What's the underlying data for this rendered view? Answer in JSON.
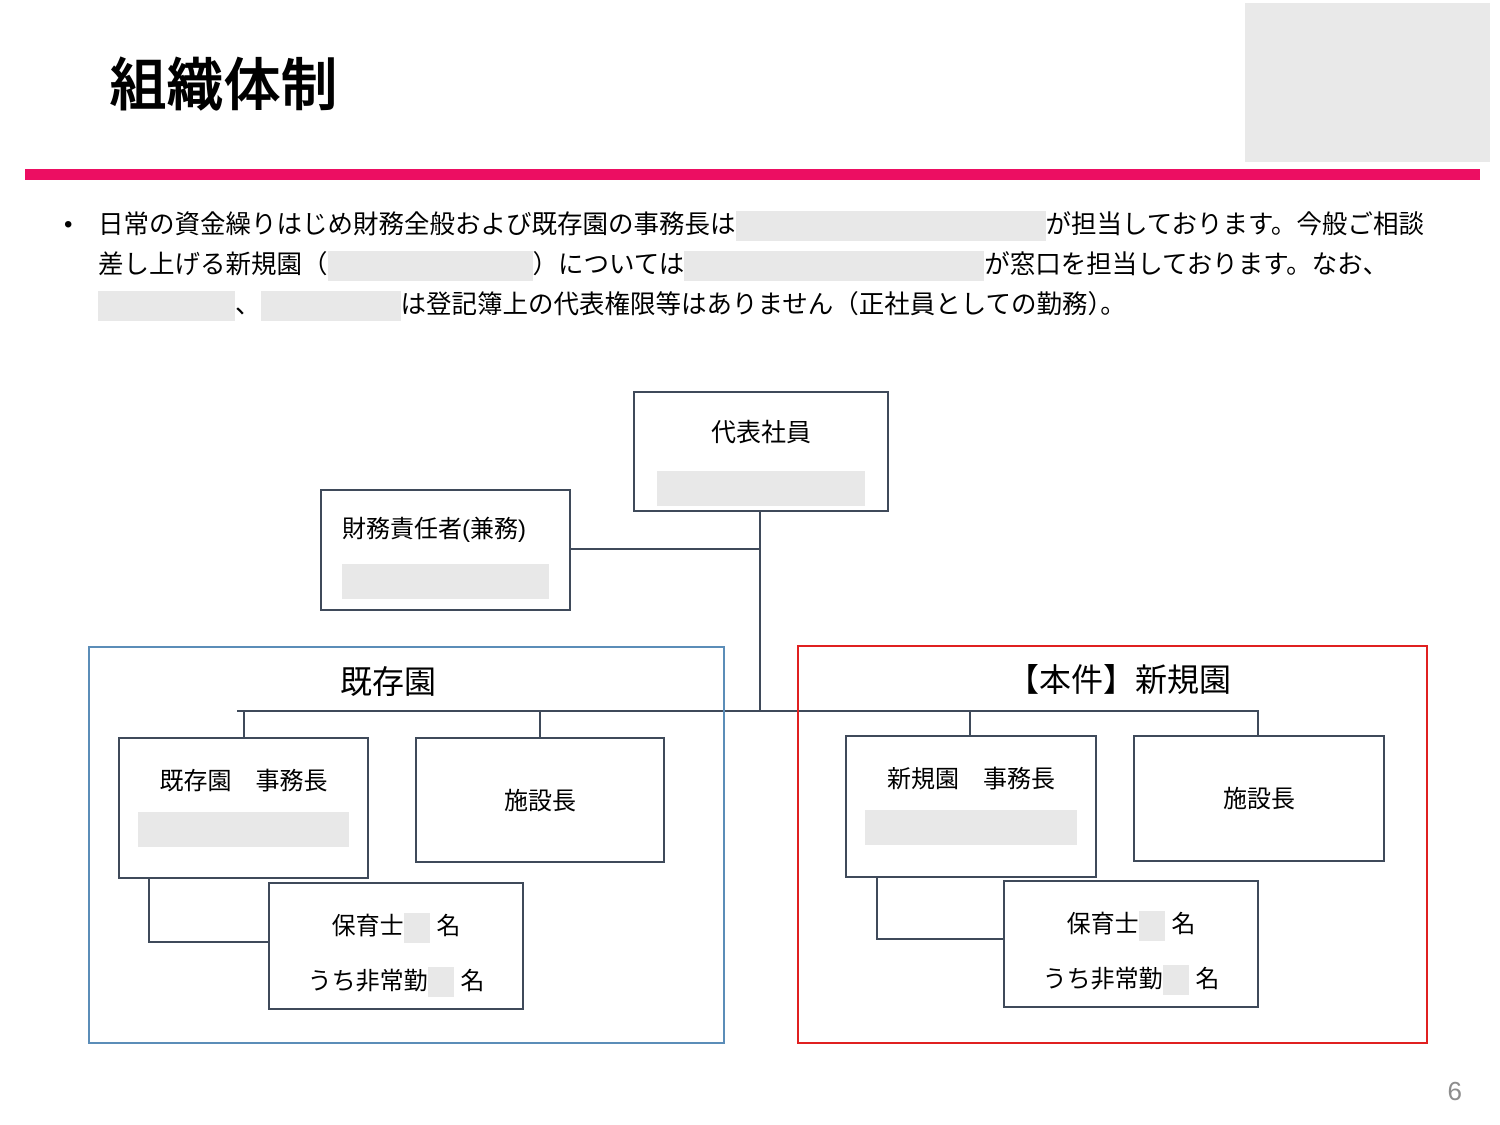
{
  "slide": {
    "title": "組織体制",
    "page_number": "6",
    "accent_color": "#ec0e62",
    "existing_group_border_color": "#5b8db8",
    "new_group_border_color": "#e02020",
    "node_border_color": "#3f4a5a",
    "redaction_color": "#e8e8e8"
  },
  "body": {
    "bullet": "•",
    "line1_a": "日常の資金繰りはじめ財務全般および既存園の事務長は",
    "line1_b": "が担当しております。今般ご",
    "line2_a": "相談差し上げる新規園（",
    "line2_b": "）については",
    "line2_c": "が窓口を担当しております。",
    "line3_a": "なお、",
    "line3_b": "、",
    "line3_c": "は登記簿上の代表権限等はありません（正社員としての勤務）。"
  },
  "chart": {
    "ceo": {
      "label": "代表社員",
      "name_redacted": true
    },
    "finance": {
      "label": "財務責任者(兼務)",
      "name_redacted": true
    },
    "groups": [
      {
        "id": "existing",
        "title": "既存園",
        "border_color": "#5b8db8",
        "nodes": {
          "admin": {
            "label": "既存園　事務長",
            "name_redacted": true
          },
          "facility_head": {
            "label": "施設長"
          },
          "staff": {
            "line1_before": "保育士",
            "line1_after": "名",
            "line2_before": "うち非常勤",
            "line2_after": "名",
            "count_redacted": true
          }
        }
      },
      {
        "id": "new",
        "title": "【本件】新規園",
        "border_color": "#e02020",
        "nodes": {
          "admin": {
            "label": "新規園　事務長",
            "name_redacted": true
          },
          "facility_head": {
            "label": "施設長"
          },
          "staff": {
            "line1_before": "保育士",
            "line1_after": "名",
            "line2_before": "うち非常勤",
            "line2_after": "名",
            "count_redacted": true
          }
        }
      }
    ]
  }
}
